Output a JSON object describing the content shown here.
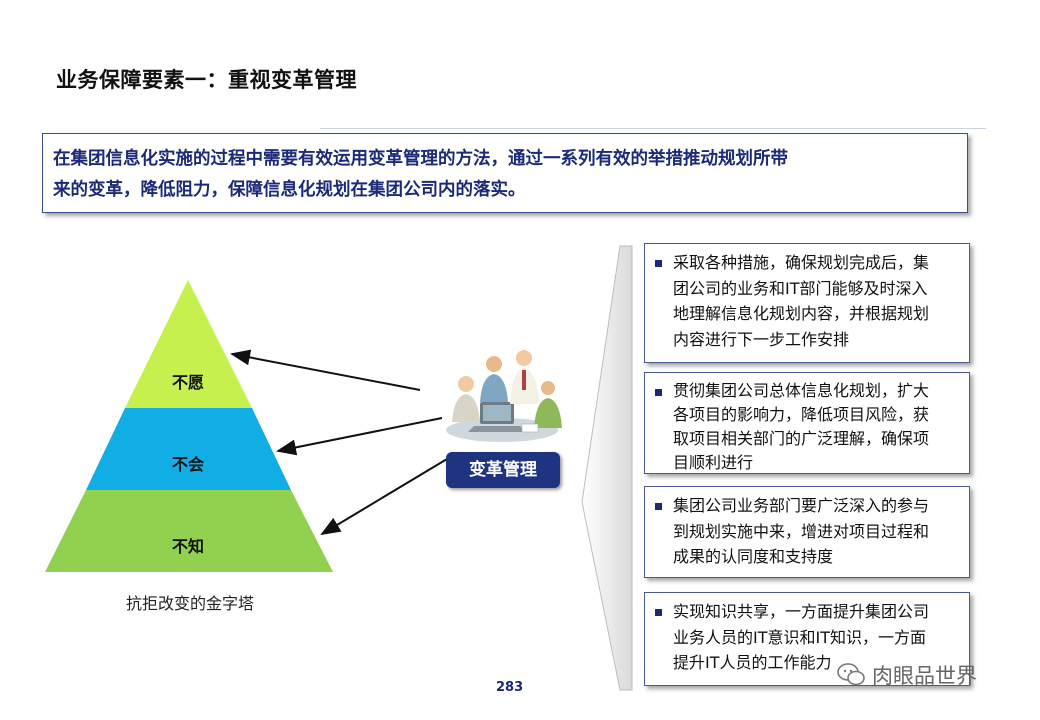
{
  "title": "业务保障要素一：重视变革管理",
  "intro": {
    "line1": "在集团信息化实施的过程中需要有效运用变革管理的方法，通过一系列有效的举措推动规划所带",
    "line2": "来的变革，降低阻力，保障信息化规划在集团公司内的落实。"
  },
  "pyramid": {
    "levels": [
      {
        "label": "不愿",
        "color": "#c6f04e"
      },
      {
        "label": "不会",
        "color": "#11aee6"
      },
      {
        "label": "不知",
        "color": "#92d050"
      }
    ],
    "caption": "抗拒改变的金字塔"
  },
  "change_button": "变革管理",
  "bullets": [
    {
      "lines": [
        "采取各种措施，确保规划完成后，集",
        "团公司的业务和IT部门能够及时深入",
        "地理解信息化规划内容，并根据规划",
        "内容进行下一步工作安排"
      ]
    },
    {
      "lines": [
        "贯彻集团公司总体信息化规划，扩大",
        "各项目的影响力，降低项目风险，获",
        "取项目相关部门的广泛理解，确保项",
        "目顺利进行"
      ]
    },
    {
      "lines": [
        "集团公司业务部门要广泛深入的参与",
        "到规划实施中来，增进对项目过程和",
        "成果的认同度和支持度"
      ]
    },
    {
      "lines": [
        "实现知识共享，一方面提升集团公司",
        "业务人员的IT意识和IT知识，一方面",
        "提升IT人员的工作能力"
      ]
    }
  ],
  "page_number": "283",
  "watermark": "肉眼品世界",
  "icons": {
    "people": "people-meeting-icon",
    "watermark": "wechat-icon"
  }
}
